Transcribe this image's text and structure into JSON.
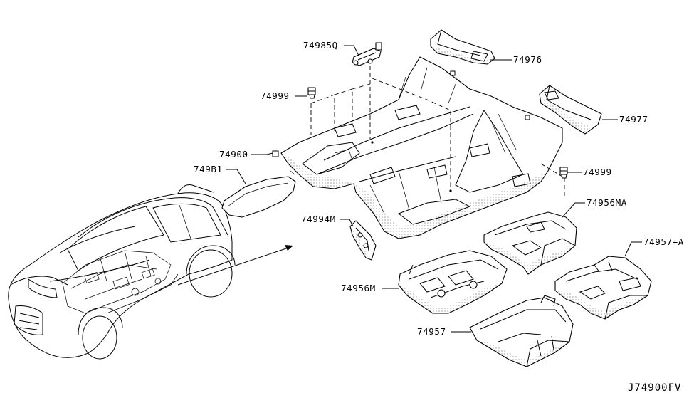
{
  "diagram": {
    "labels": {
      "p74985q": "74985Q",
      "p74976": "74976",
      "p74999_top": "74999",
      "p74977": "74977",
      "p74900": "74900",
      "p749b1": "749B1",
      "p74999_right": "74999",
      "p74956ma": "74956MA",
      "p74994m": "74994M",
      "p74957a": "74957+A",
      "p74956m": "74956M",
      "p74957": "74957"
    },
    "diagram_code": "J74900FV"
  }
}
